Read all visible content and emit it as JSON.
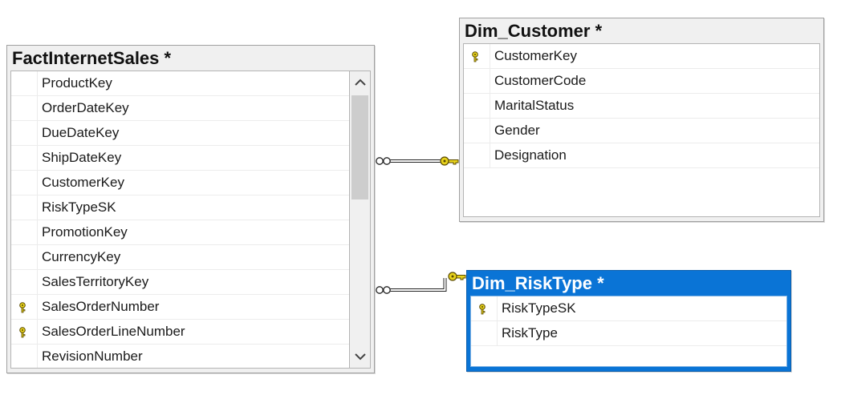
{
  "tables": {
    "fact": {
      "title": "FactInternetSales *",
      "columns": [
        {
          "name": "ProductKey",
          "key": false
        },
        {
          "name": "OrderDateKey",
          "key": false
        },
        {
          "name": "DueDateKey",
          "key": false
        },
        {
          "name": "ShipDateKey",
          "key": false
        },
        {
          "name": "CustomerKey",
          "key": false
        },
        {
          "name": "RiskTypeSK",
          "key": false
        },
        {
          "name": "PromotionKey",
          "key": false
        },
        {
          "name": "CurrencyKey",
          "key": false
        },
        {
          "name": "SalesTerritoryKey",
          "key": false
        },
        {
          "name": "SalesOrderNumber",
          "key": true
        },
        {
          "name": "SalesOrderLineNumber",
          "key": true
        },
        {
          "name": "RevisionNumber",
          "key": false
        }
      ]
    },
    "customer": {
      "title": "Dim_Customer *",
      "columns": [
        {
          "name": "CustomerKey",
          "key": true
        },
        {
          "name": "CustomerCode",
          "key": false
        },
        {
          "name": "MaritalStatus",
          "key": false
        },
        {
          "name": "Gender",
          "key": false
        },
        {
          "name": "Designation",
          "key": false
        }
      ]
    },
    "risktype": {
      "title": "Dim_RiskType *",
      "selected": true,
      "columns": [
        {
          "name": "RiskTypeSK",
          "key": true
        },
        {
          "name": "RiskType",
          "key": false
        }
      ]
    }
  },
  "relationships": [
    {
      "from": "FactInternetSales",
      "to": "Dim_Customer",
      "from_end": "many-infinity-icon",
      "to_end": "primary-key-icon"
    },
    {
      "from": "FactInternetSales",
      "to": "Dim_RiskType",
      "from_end": "many-infinity-icon",
      "to_end": "primary-key-icon"
    }
  ],
  "colors": {
    "selection": "#0a74d6",
    "key_icon": "#e8d31c",
    "key_outline": "#5a4a00",
    "table_border": "#a0a0a0"
  }
}
